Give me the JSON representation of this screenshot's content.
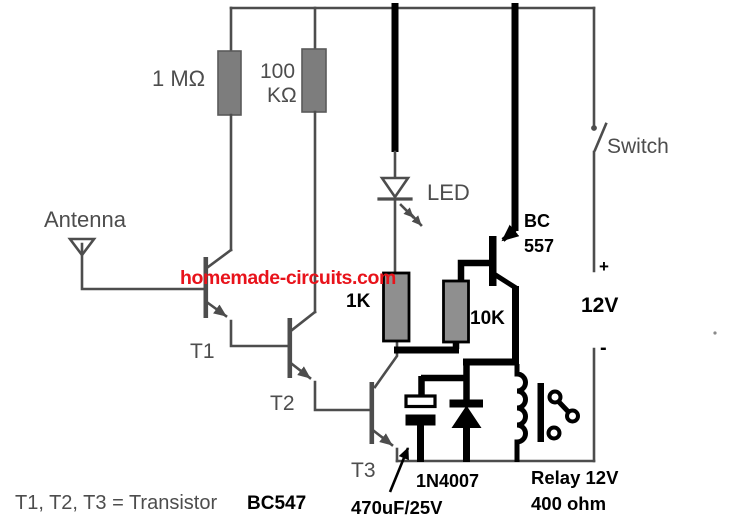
{
  "watermark": "homemade-circuits.com",
  "caption": {
    "prefix": "T1, T2, T3 = Transistor",
    "part": "BC547"
  },
  "components": {
    "antenna": {
      "label": "Antenna"
    },
    "r1": {
      "value": "1 MΩ"
    },
    "r2": {
      "value_line1": "100",
      "value_line2": "KΩ"
    },
    "t1": {
      "label": "T1"
    },
    "t2": {
      "label": "T2"
    },
    "t3": {
      "label": "T3"
    },
    "led": {
      "label": "LED"
    },
    "r3": {
      "value": "1K"
    },
    "r4": {
      "value": "10K"
    },
    "t4": {
      "type_line1": "BC",
      "type_line2": "557"
    },
    "switch": {
      "label": "Switch"
    },
    "supply": {
      "plus": "+",
      "voltage": "12V",
      "minus": "-"
    },
    "capacitor": {
      "value": "470uF/25V"
    },
    "diode": {
      "value": "1N4007"
    },
    "relay": {
      "value_line1": "Relay 12V",
      "value_line2": "400 ohm"
    }
  },
  "colors": {
    "background": "#ffffff",
    "wire_gray": "#4d4d4d",
    "component_black": "#000000",
    "resistor_fill": "#7d7d7d",
    "resistor_fill_dark": "#8f8f8f",
    "watermark_red": "#e8131b"
  }
}
